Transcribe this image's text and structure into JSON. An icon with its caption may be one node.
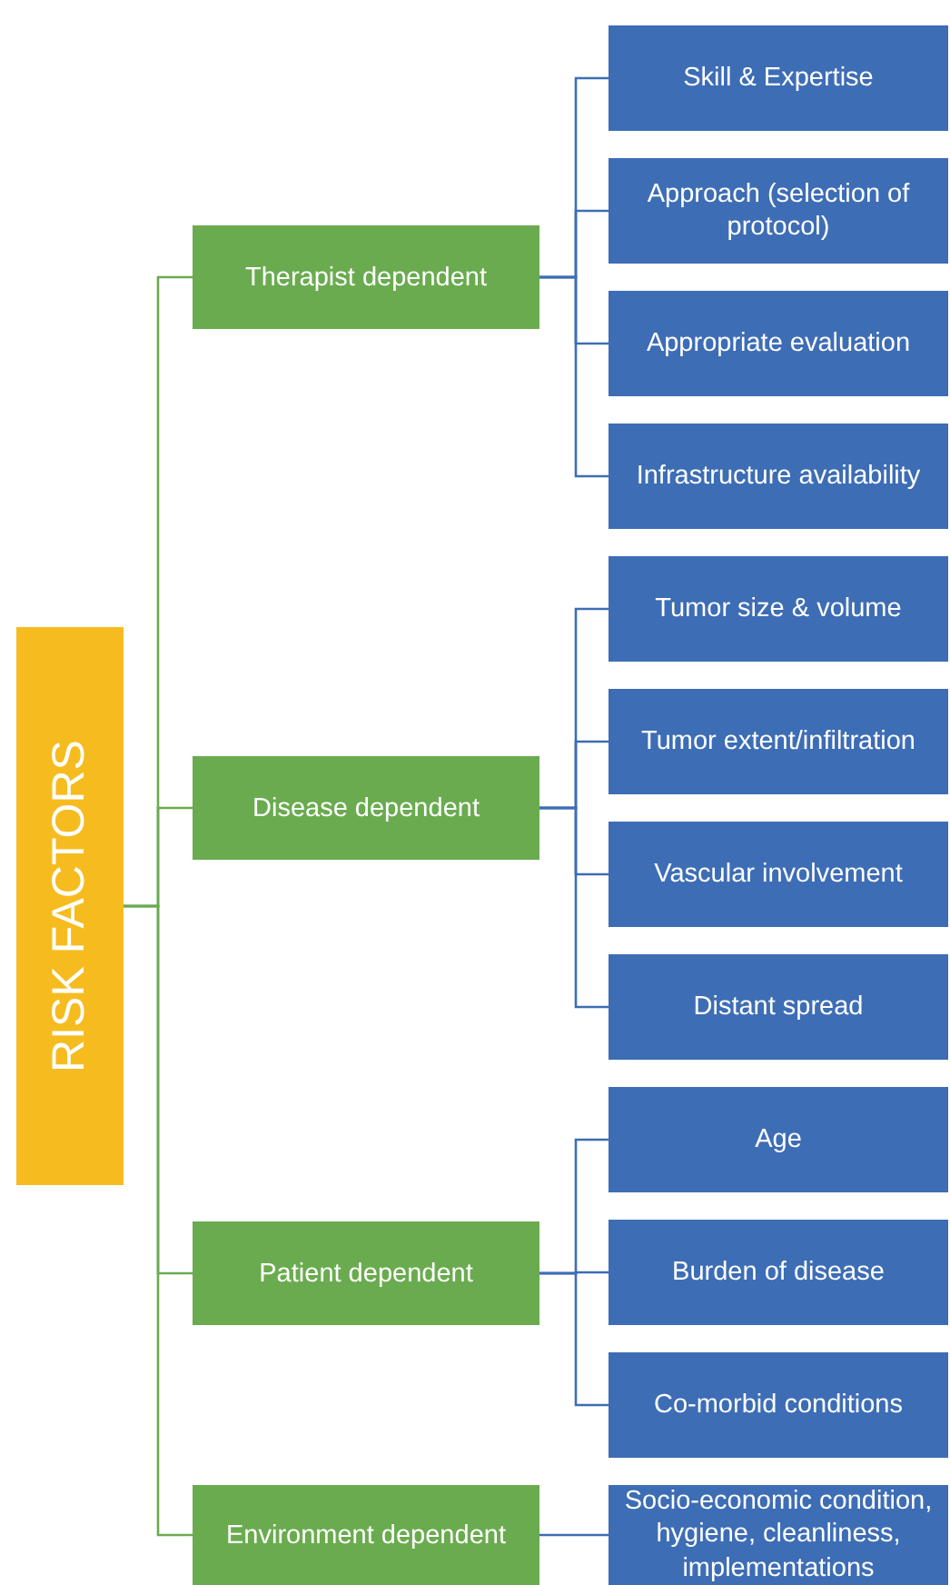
{
  "diagram": {
    "nodes": [
      {
        "text": [
          "RISK FACTORS"
        ]
      },
      {
        "text": [
          "Therapist dependent"
        ]
      },
      {
        "text": [
          "Skill & Expertise"
        ]
      },
      {
        "text": [
          "Approach (selection of protocol)"
        ]
      },
      {
        "text": [
          "Appropriate evaluation"
        ]
      },
      {
        "text": [
          "Infrastructure availability"
        ]
      },
      {
        "text": [
          "Disease dependent"
        ]
      },
      {
        "text": [
          "Tumor size & volume"
        ]
      },
      {
        "text": [
          "Tumor extent/infiltration"
        ]
      },
      {
        "text": [
          "Vascular involvement"
        ]
      },
      {
        "text": [
          "Distant spread"
        ]
      },
      {
        "text": [
          "Patient dependent"
        ]
      },
      {
        "text": [
          "Age"
        ]
      },
      {
        "text": [
          "Burden of disease"
        ]
      },
      {
        "text": [
          "Co-morbid conditions"
        ]
      },
      {
        "text": [
          "Environment dependent"
        ]
      },
      {
        "text": [
          "Socio-economic condition, hygiene, cleanliness, implementations"
        ]
      }
    ],
    "edges": [
      {
        "from": 0,
        "to": 1,
        "arrow": "none",
        "color": "#6aab4f"
      },
      {
        "from": 0,
        "to": 6,
        "arrow": "none",
        "color": "#6aab4f"
      },
      {
        "from": 0,
        "to": 11,
        "arrow": "none",
        "color": "#6aab4f"
      },
      {
        "from": 0,
        "to": 15,
        "arrow": "none",
        "color": "#6aab4f"
      },
      {
        "from": 1,
        "to": 2,
        "arrow": "none"
      },
      {
        "from": 1,
        "to": 3,
        "arrow": "none"
      },
      {
        "from": 1,
        "to": 4,
        "arrow": "none"
      },
      {
        "from": 1,
        "to": 5,
        "arrow": "none"
      },
      {
        "from": 6,
        "to": 7,
        "arrow": "none"
      },
      {
        "from": 6,
        "to": 8,
        "arrow": "none"
      },
      {
        "from": 6,
        "to": 9,
        "arrow": "none"
      },
      {
        "from": 6,
        "to": 10,
        "arrow": "none"
      },
      {
        "from": 11,
        "to": 12,
        "arrow": "none"
      },
      {
        "from": 11,
        "to": 13,
        "arrow": "none"
      },
      {
        "from": 11,
        "to": 14,
        "arrow": "none"
      },
      {
        "from": 15,
        "to": 16,
        "arrow": "none"
      }
    ]
  }
}
